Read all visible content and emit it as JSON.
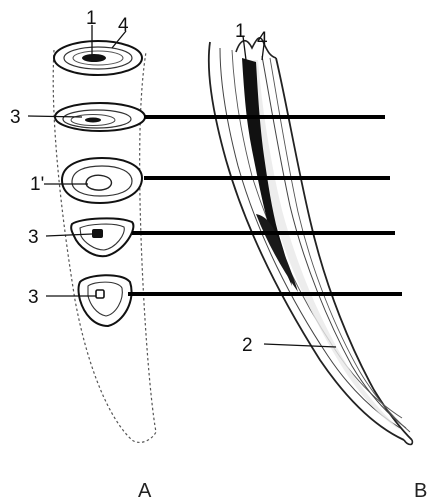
{
  "panels": {
    "a": "A",
    "b": "B"
  },
  "labels": {
    "a_top_1": "1",
    "a_top_4": "4",
    "a_sec1": "3",
    "a_sec2": "1'",
    "a_sec3": "3",
    "a_sec4": "3",
    "b_top_1": "1",
    "b_top_4": "4",
    "b_2": "2"
  },
  "colors": {
    "ink": "#111111",
    "line": "#000000",
    "stipple": "#7a7a7a"
  }
}
